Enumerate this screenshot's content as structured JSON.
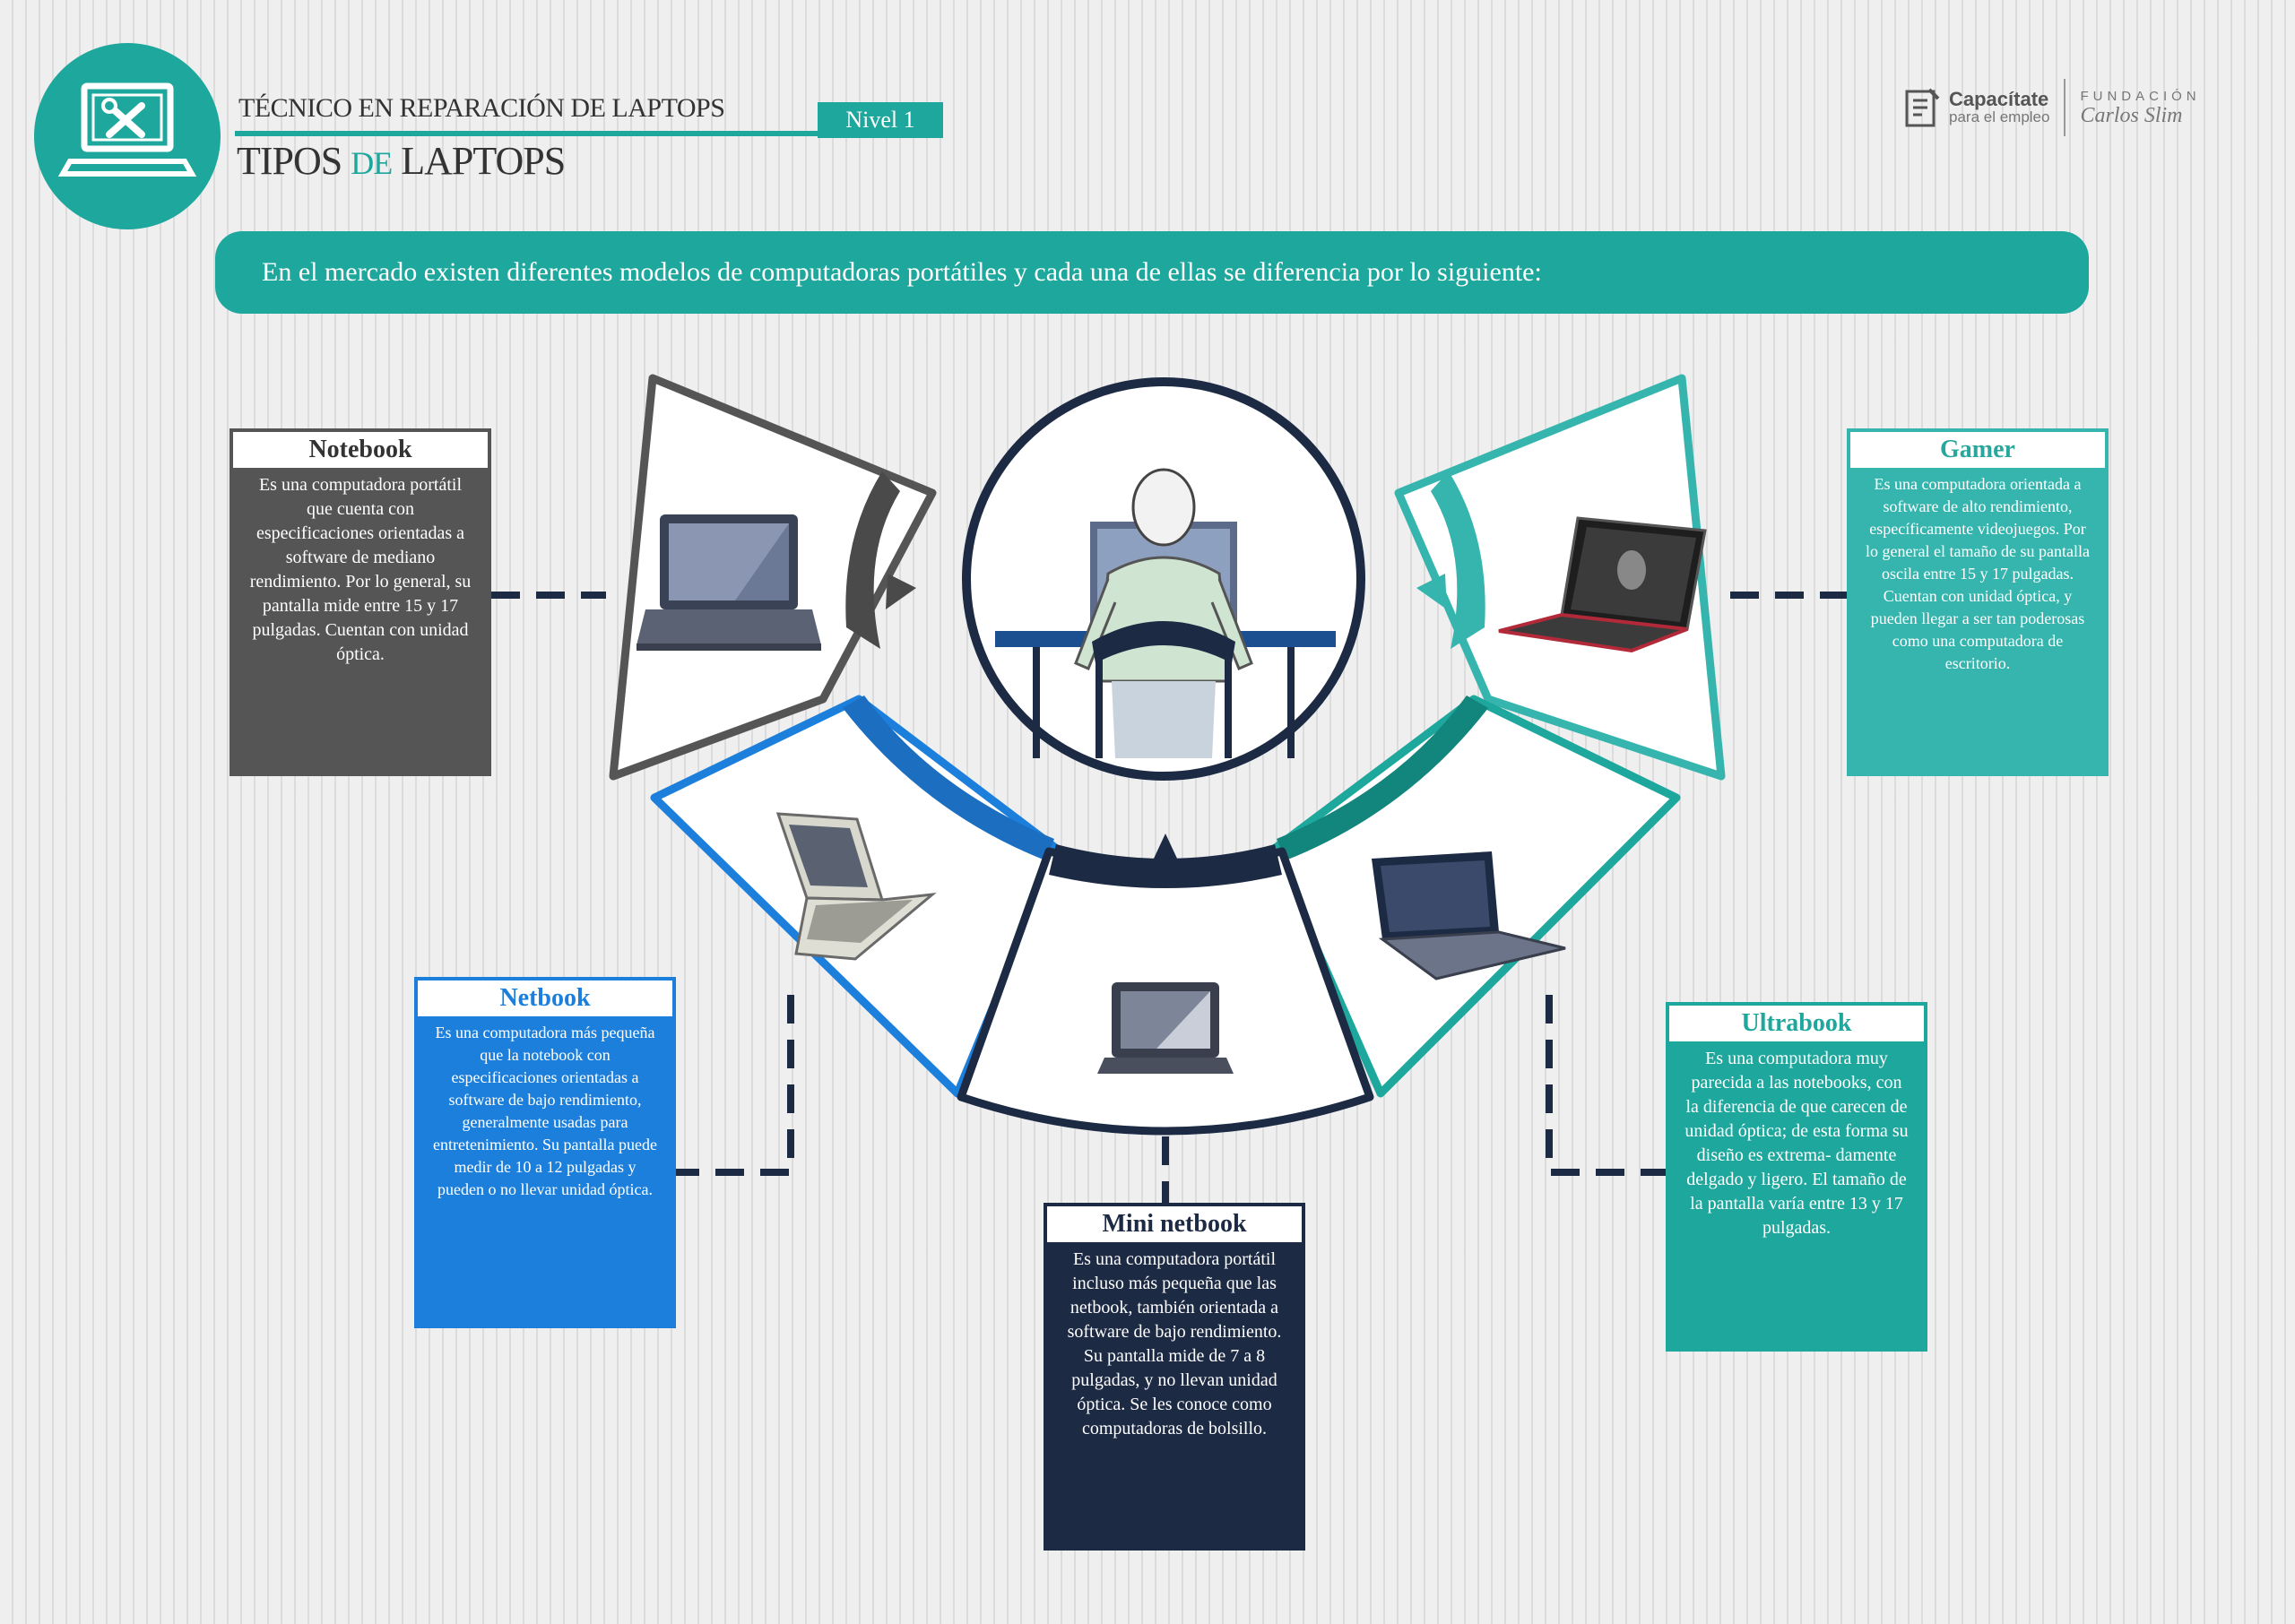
{
  "header": {
    "course": "TÉCNICO EN REPARACIÓN DE LAPTOPS",
    "level": "Nivel 1",
    "title_a": "TIPOS ",
    "title_b": "DE",
    "title_c": " LAPTOPS"
  },
  "brand": {
    "name": "Capacítate",
    "tagline": "para el empleo",
    "foundation": "FUNDACIÓN",
    "foundation_name": "Carlos Slim"
  },
  "intro": "En  el  mercado existen diferentes modelos de computadoras portátiles y  cada una de ellas se diferencia por lo  siguiente:",
  "types": {
    "notebook": {
      "title": "Notebook",
      "text": "Es  una computadora portátil que cuenta con especificaciones orientadas a software de mediano rendimiento. Por lo general, su  pantalla mide entre  15 y  17 pulgadas. Cuentan con unidad óptica."
    },
    "gamer": {
      "title": "Gamer",
      "text": "Es  una computadora orientada  a software de alto rendimiento, específicamente videojuegos.  Por lo general el tamaño de su pantalla oscila entre  15 y 17 pulgadas.  Cuentan con  unidad  óptica,  y pueden  llegar a ser tan poderosas  como una computadora de escritorio."
    },
    "netbook": {
      "title": "Netbook",
      "text": "Es  una computadora más pequeña  que la notebook con especificaciones orientadas a software de bajo rendimiento, generalmente usadas para entretenimiento. Su  pantalla  puede  medir de 10 a 12 pulgadas y pueden o no llevar unidad óptica."
    },
    "mini_netbook": {
      "title": "Mini netbook",
      "text": "Es  una computadora portátil  incluso más pequeña  que  las netbook, también orientada a software de bajo rendimiento. Su  pantalla mide de  7 a 8 pulgadas, y no llevan unidad óptica. Se les  conoce como computadoras de bolsillo."
    },
    "ultrabook": {
      "title": "Ultrabook",
      "text": "Es  una computadora muy parecida a las notebooks, con la diferencia de que carecen de unidad óptica; de esta forma su diseño es extrema- damente delgado y ligero.  El  tamaño de la pantalla varía entre  13 y 17 pulgadas."
    }
  },
  "colors": {
    "teal": "#1ea79c",
    "gamer": "#35b5ad",
    "notebook": "#555555",
    "netbook": "#1c7fdb",
    "mini": "#1c2a44",
    "ultrabook": "#1ea79c"
  }
}
